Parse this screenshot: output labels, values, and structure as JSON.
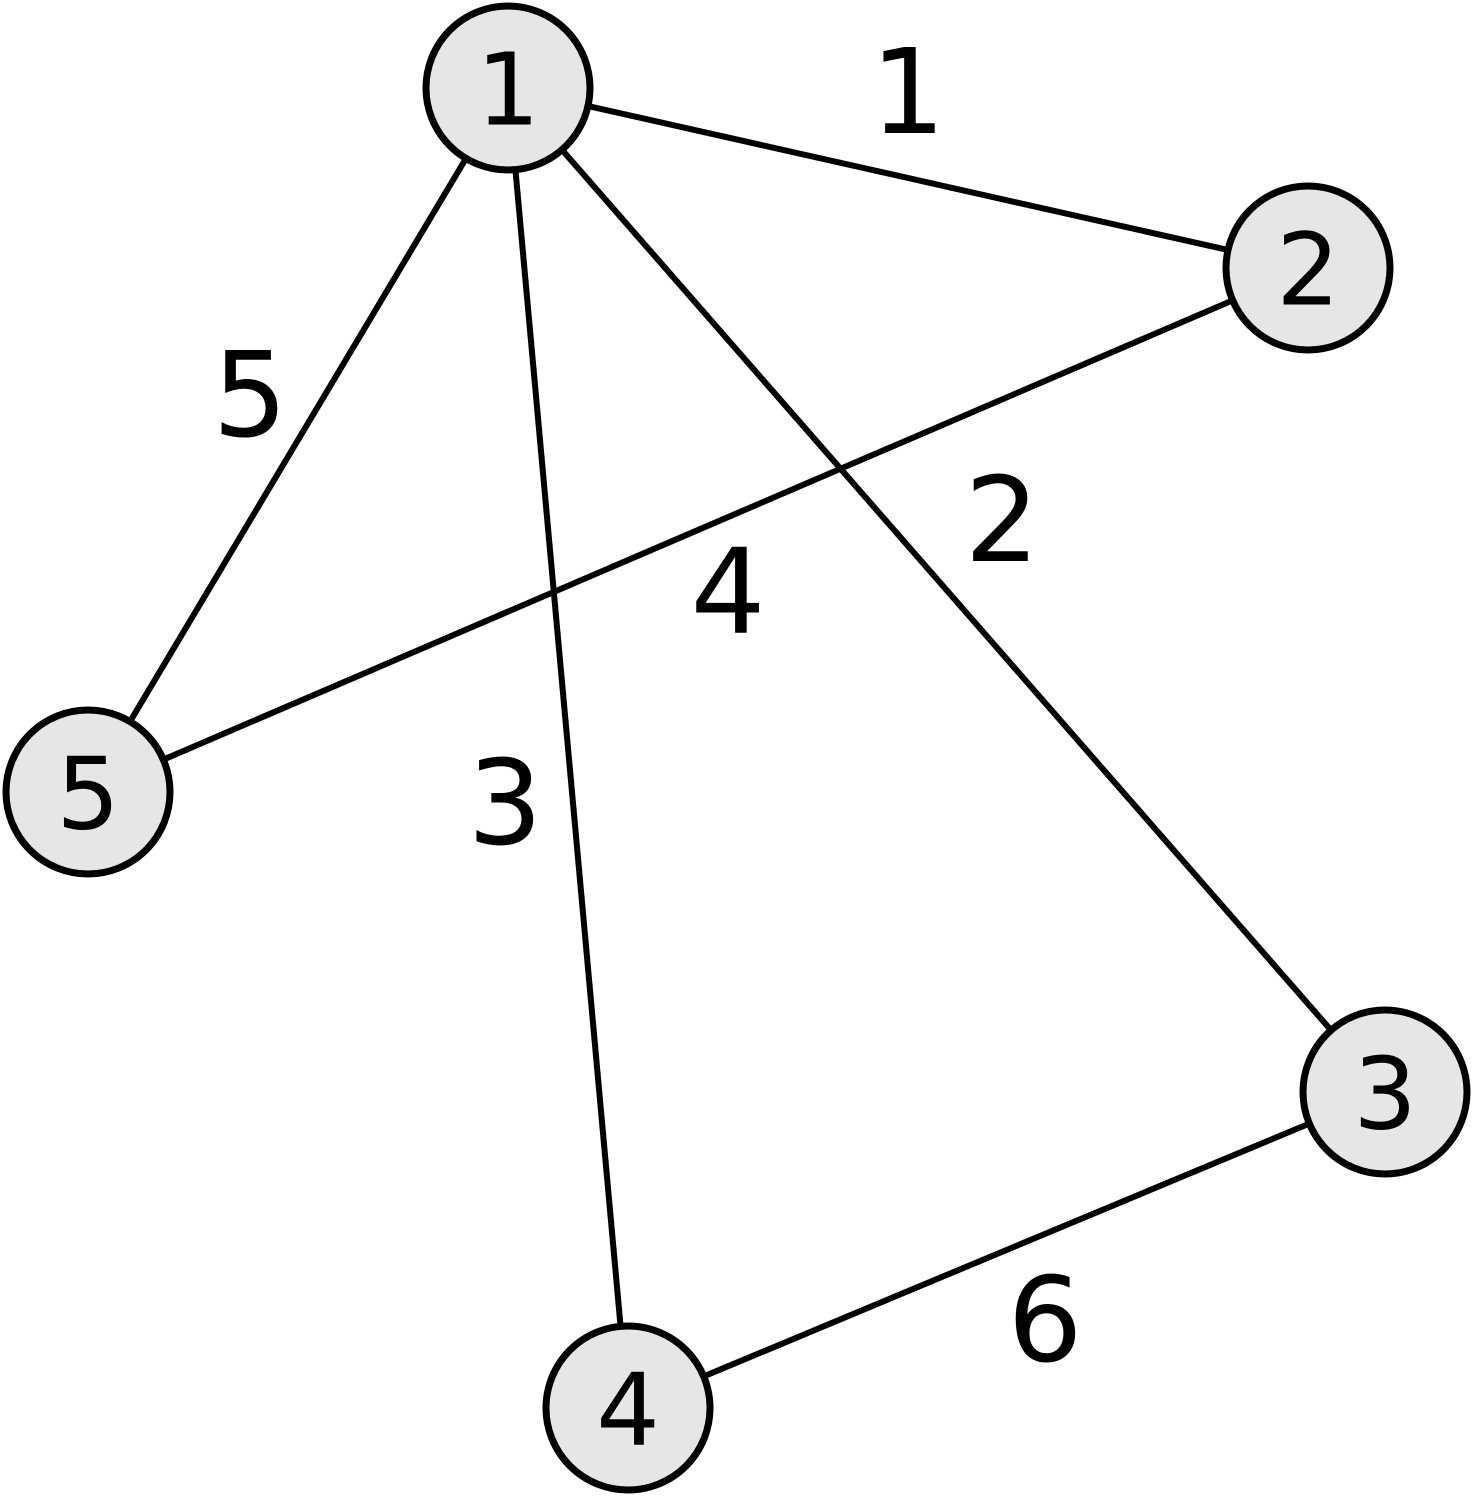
{
  "graph": {
    "node_fill": "#e6e6e6",
    "stroke_color": "#000000",
    "nodes": [
      {
        "id": "1",
        "label": "1"
      },
      {
        "id": "2",
        "label": "2"
      },
      {
        "id": "3",
        "label": "3"
      },
      {
        "id": "4",
        "label": "4"
      },
      {
        "id": "5",
        "label": "5"
      }
    ],
    "edges": [
      {
        "from": "1",
        "to": "2",
        "weight": "1"
      },
      {
        "from": "1",
        "to": "3",
        "weight": "2"
      },
      {
        "from": "1",
        "to": "4",
        "weight": "3"
      },
      {
        "from": "2",
        "to": "5",
        "weight": "4"
      },
      {
        "from": "1",
        "to": "5",
        "weight": "5"
      },
      {
        "from": "3",
        "to": "4",
        "weight": "6"
      }
    ]
  }
}
